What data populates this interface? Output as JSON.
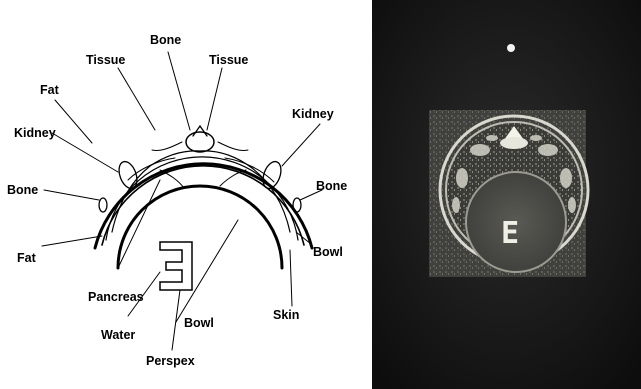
{
  "diagram": {
    "labels": {
      "bone_top": "Bone",
      "tissue_left": "Tissue",
      "tissue_right": "Tissue",
      "fat_top": "Fat",
      "kidney_left": "Kidney",
      "kidney_right": "Kidney",
      "bone_left": "Bone",
      "bone_right": "Bone",
      "fat_left": "Fat",
      "bowl_right": "Bowl",
      "pancreas": "Pancreas",
      "water": "Water",
      "bowl_bottom": "Bowl",
      "skin": "Skin",
      "perspex": "Perspex"
    },
    "phantom_marker": "E"
  },
  "photo": {
    "marker": "E"
  }
}
